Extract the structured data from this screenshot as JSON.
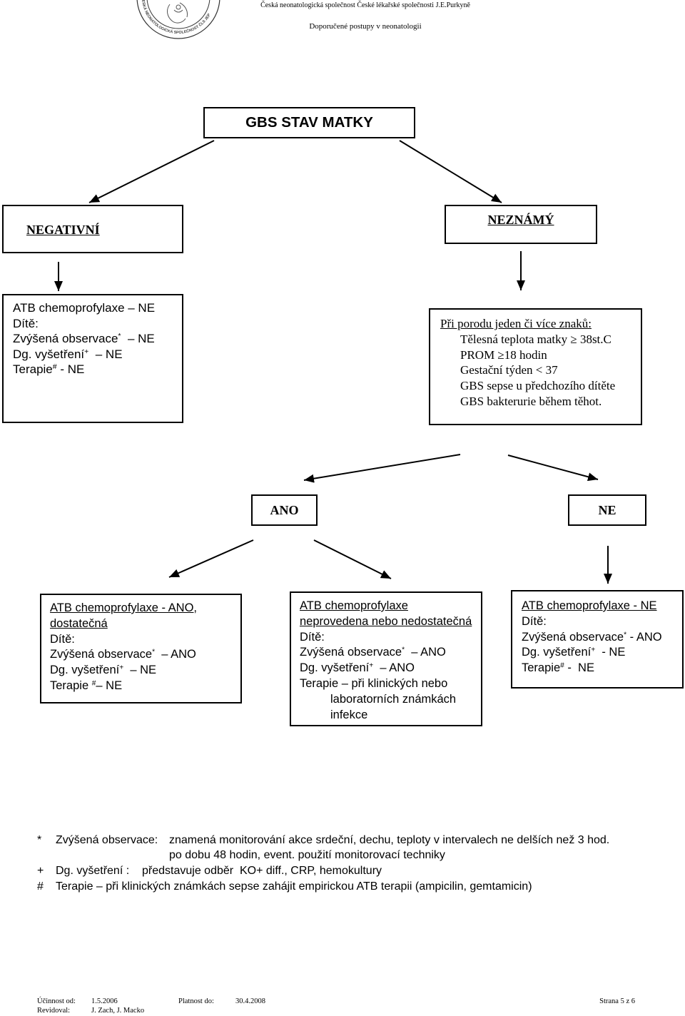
{
  "header": {
    "society": "Česká neonatologická společnost České lékařské společnosti J.E.Purkyně",
    "subtitle": "Doporučené postupy v neonatologii",
    "logo_text": "ČESKÁ NEONATOLOGICKÁ SPOLEČNOST ČLS JEP"
  },
  "flowchart": {
    "root": "GBS STAV MATKY",
    "negative": "NEGATIVNÍ",
    "unknown": "NEZNÁMÝ",
    "negative_outcome": [
      {
        "text": "ATB chemoprofylaxe – NE"
      },
      {
        "text": "Dítě:"
      },
      {
        "text": "Zvýšená observace",
        "sup": "*",
        "rest": "  – NE"
      },
      {
        "text": "Dg. vyšetření",
        "sup": "+",
        "rest": "  – NE"
      },
      {
        "text": "Terapie",
        "sup": "#",
        "rest": " - NE"
      }
    ],
    "risk_factors": {
      "heading": "Při porodu jeden či více znaků:",
      "items": [
        "Tělesná teplota matky ≥ 38st.C",
        "PROM ≥18 hodin",
        "Gestační týden < 37",
        "GBS sepse u předchozího dítěte",
        "GBS bakterurie během těhot."
      ]
    },
    "yes": "ANO",
    "no": "NE",
    "outcome_yes_adequate": [
      {
        "text": "ATB chemoprofylaxe - ANO,"
      },
      {
        "text": "dostatečná"
      },
      {
        "text": "Dítě:"
      },
      {
        "text": "Zvýšená observace",
        "sup": "*",
        "rest": "  – ANO"
      },
      {
        "text": "Dg. vyšetření",
        "sup": "+",
        "rest": "  – NE"
      },
      {
        "text": "Terapie ",
        "sup": "#",
        "rest": "– NE"
      }
    ],
    "outcome_yes_inadequate": [
      {
        "text": "ATB chemoprofylaxe"
      },
      {
        "text": "neprovedena nebo nedostatečná"
      },
      {
        "text": "Dítě:"
      },
      {
        "text": "Zvýšená observace",
        "sup": "*",
        "rest": "  – ANO"
      },
      {
        "text": "Dg. vyšetření",
        "sup": "+",
        "rest": "  – ANO"
      },
      {
        "text": "Terapie – při klinických nebo"
      },
      {
        "text": "laboratorních známkách"
      },
      {
        "text": "infekce"
      }
    ],
    "outcome_no": [
      {
        "text": "ATB chemoprofylaxe - NE"
      },
      {
        "text": "Dítě:"
      },
      {
        "text": "Zvýšená observace",
        "sup": "*",
        "rest": " - ANO"
      },
      {
        "text": "Dg. vyšetření",
        "sup": "+",
        "rest": "  - NE"
      },
      {
        "text": "Terapie",
        "sup": "#",
        "rest": " -  NE"
      }
    ]
  },
  "footnotes": {
    "observation": {
      "marker": "*",
      "term": "Zvýšená observace:",
      "definition": "znamená monitorování akce srdeční, dechu, teploty v intervalech ne delších než 3 hod.",
      "continuation": "po dobu 48 hodin, event. použití monitorovací techniky"
    },
    "examination": {
      "marker": "+",
      "term": "Dg. vyšetření :",
      "definition": "představuje odběr  KO+ diff., CRP, hemokultury"
    },
    "therapy": {
      "marker": "#",
      "text": "Terapie – při klinických známkách sepse zahájit empirickou ATB terapii (ampicilin, gemtamicin)"
    }
  },
  "footer": {
    "effective_label": "Účinnost od:",
    "effective_date": "1.5.2006",
    "valid_label": "Platnost do:",
    "valid_date": "30.4.2008",
    "page": "Strana 5 z 6",
    "revised_label": "Revidoval:",
    "revised_by": "J. Zach, J. Macko"
  }
}
